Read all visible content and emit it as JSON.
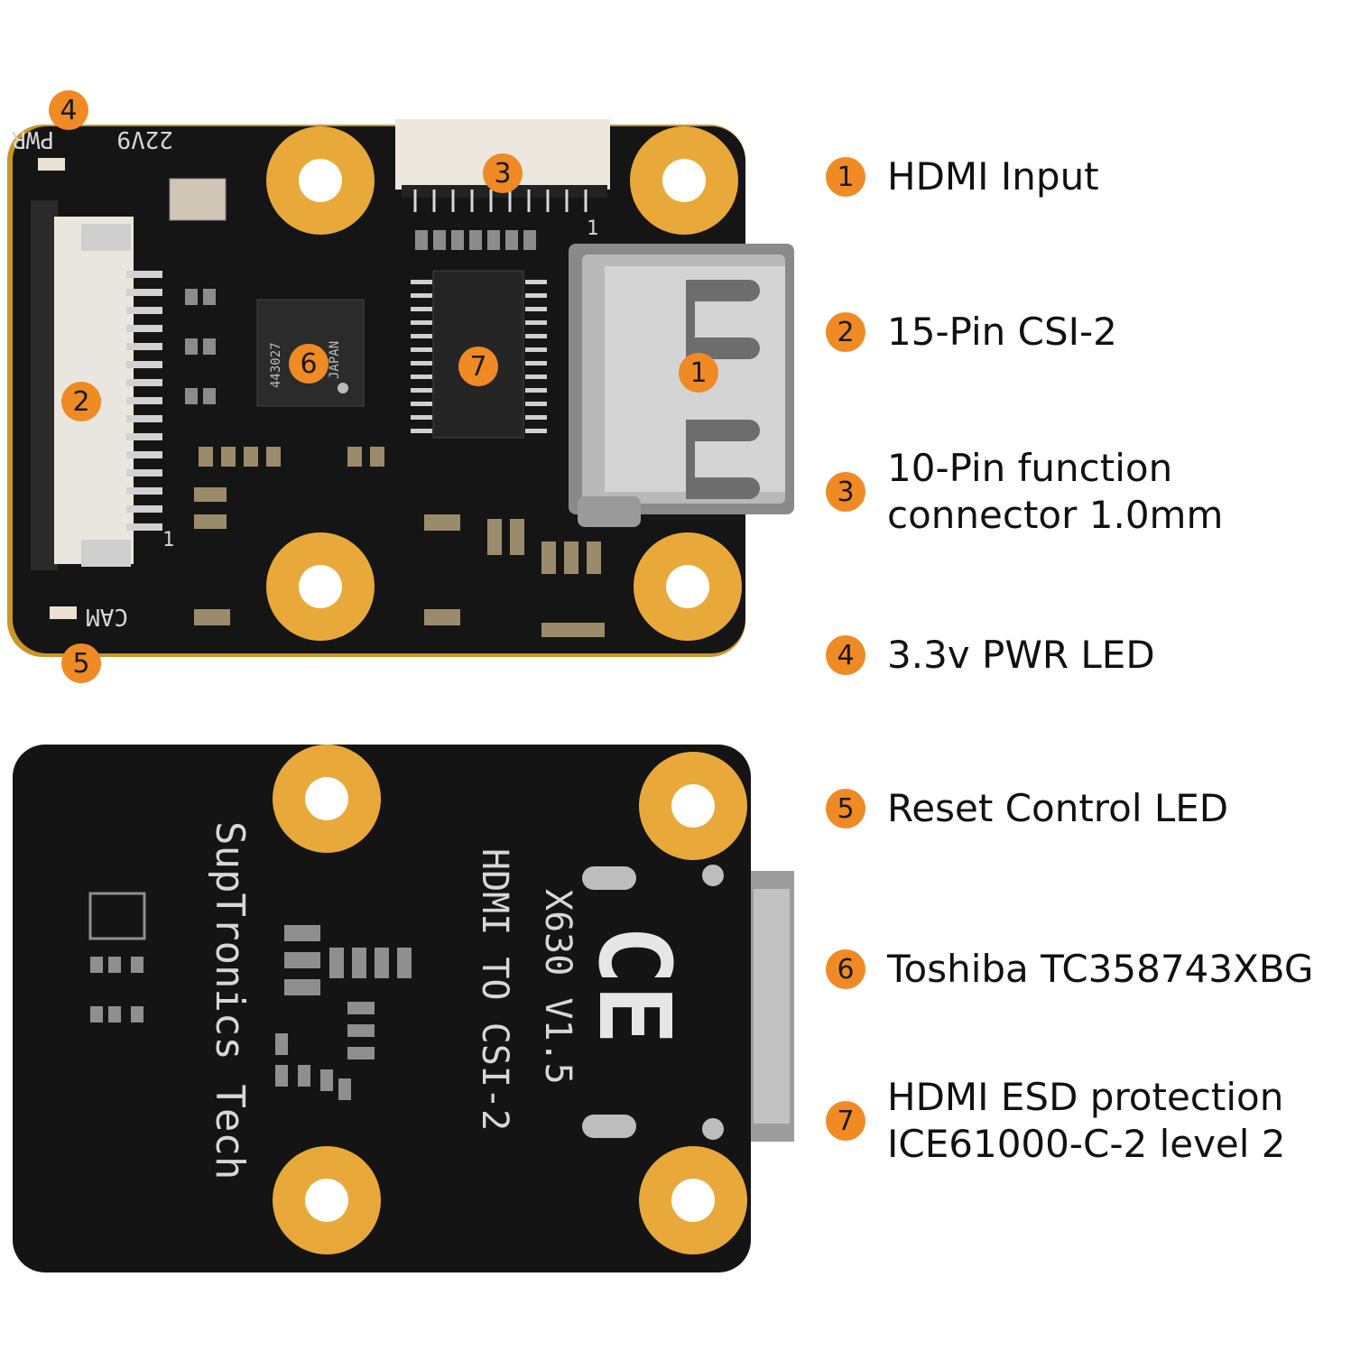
{
  "features": [
    {
      "num": "1",
      "lines": [
        "HDMI Input"
      ]
    },
    {
      "num": "2",
      "lines": [
        "15-Pin CSI-2"
      ]
    },
    {
      "num": "3",
      "lines": [
        "10-Pin function",
        "connector 1.0mm"
      ]
    },
    {
      "num": "4",
      "lines": [
        "3.3v PWR LED"
      ]
    },
    {
      "num": "5",
      "lines": [
        "Reset Control LED"
      ]
    },
    {
      "num": "6",
      "lines": [
        "Toshiba TC358743XBG"
      ]
    },
    {
      "num": "7",
      "lines": [
        "HDMI ESD protection",
        "ICE61000-C-2 level 2"
      ]
    }
  ],
  "callouts": {
    "c1": "1",
    "c2": "2",
    "c3": "3",
    "c4": "4",
    "c5": "5",
    "c6": "6",
    "c7": "7"
  },
  "front_silk": {
    "pwr": "PWR",
    "cam": "CAM",
    "code": "22V9",
    "pin1_top": "1",
    "pin1_side": "1",
    "chip6": "443027",
    "chip6b": "JAPAN"
  },
  "back_silk": {
    "brand": "SupTronics Tech",
    "model": "X630 V1.5",
    "desc": "HDMI TO CSI-2",
    "ce": "CE"
  },
  "colors": {
    "accent": "#f08a24",
    "board": "#151515",
    "pad": "#e8a93a"
  }
}
